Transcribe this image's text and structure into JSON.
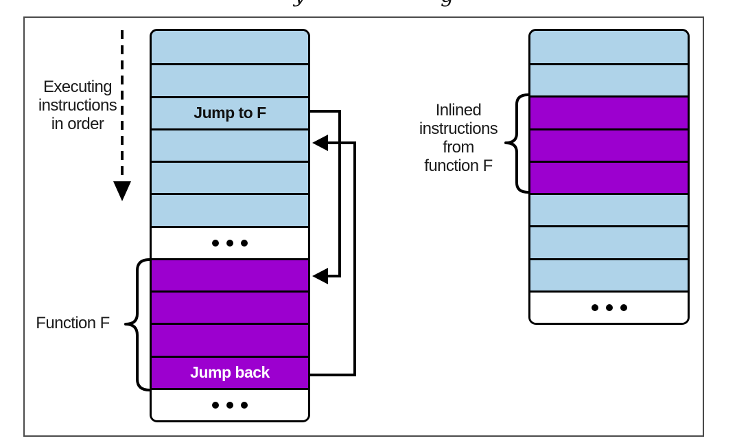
{
  "artifact": {
    "top_cropped_fragments": {
      "left_char": "y",
      "right_char": "g"
    }
  },
  "labels": {
    "executing_lines": [
      "Executing",
      "instructions",
      "in order"
    ],
    "function_f": "Function F",
    "inlined_lines": [
      "Inlined",
      "instructions",
      "from",
      "function F"
    ]
  },
  "stacks": {
    "left": {
      "rows": [
        {
          "color": "blue"
        },
        {
          "color": "blue"
        },
        {
          "color": "blue",
          "label": "Jump to F",
          "label_color": "#111111"
        },
        {
          "color": "blue"
        },
        {
          "color": "blue"
        },
        {
          "color": "blue"
        },
        {
          "color": "white",
          "dots": 3
        },
        {
          "color": "purple"
        },
        {
          "color": "purple"
        },
        {
          "color": "purple"
        },
        {
          "color": "purple",
          "label": "Jump back",
          "label_color": "#ffffff"
        },
        {
          "color": "white",
          "dots": 3
        }
      ]
    },
    "right": {
      "rows": [
        {
          "color": "blue"
        },
        {
          "color": "blue"
        },
        {
          "color": "purple"
        },
        {
          "color": "purple"
        },
        {
          "color": "purple"
        },
        {
          "color": "blue"
        },
        {
          "color": "blue"
        },
        {
          "color": "blue"
        },
        {
          "color": "white",
          "dots": 3
        }
      ]
    }
  },
  "colors": {
    "blue": "#afd3e9",
    "purple": "#9c00cf",
    "stroke": "#000000",
    "frame": "#4a4a4a"
  }
}
